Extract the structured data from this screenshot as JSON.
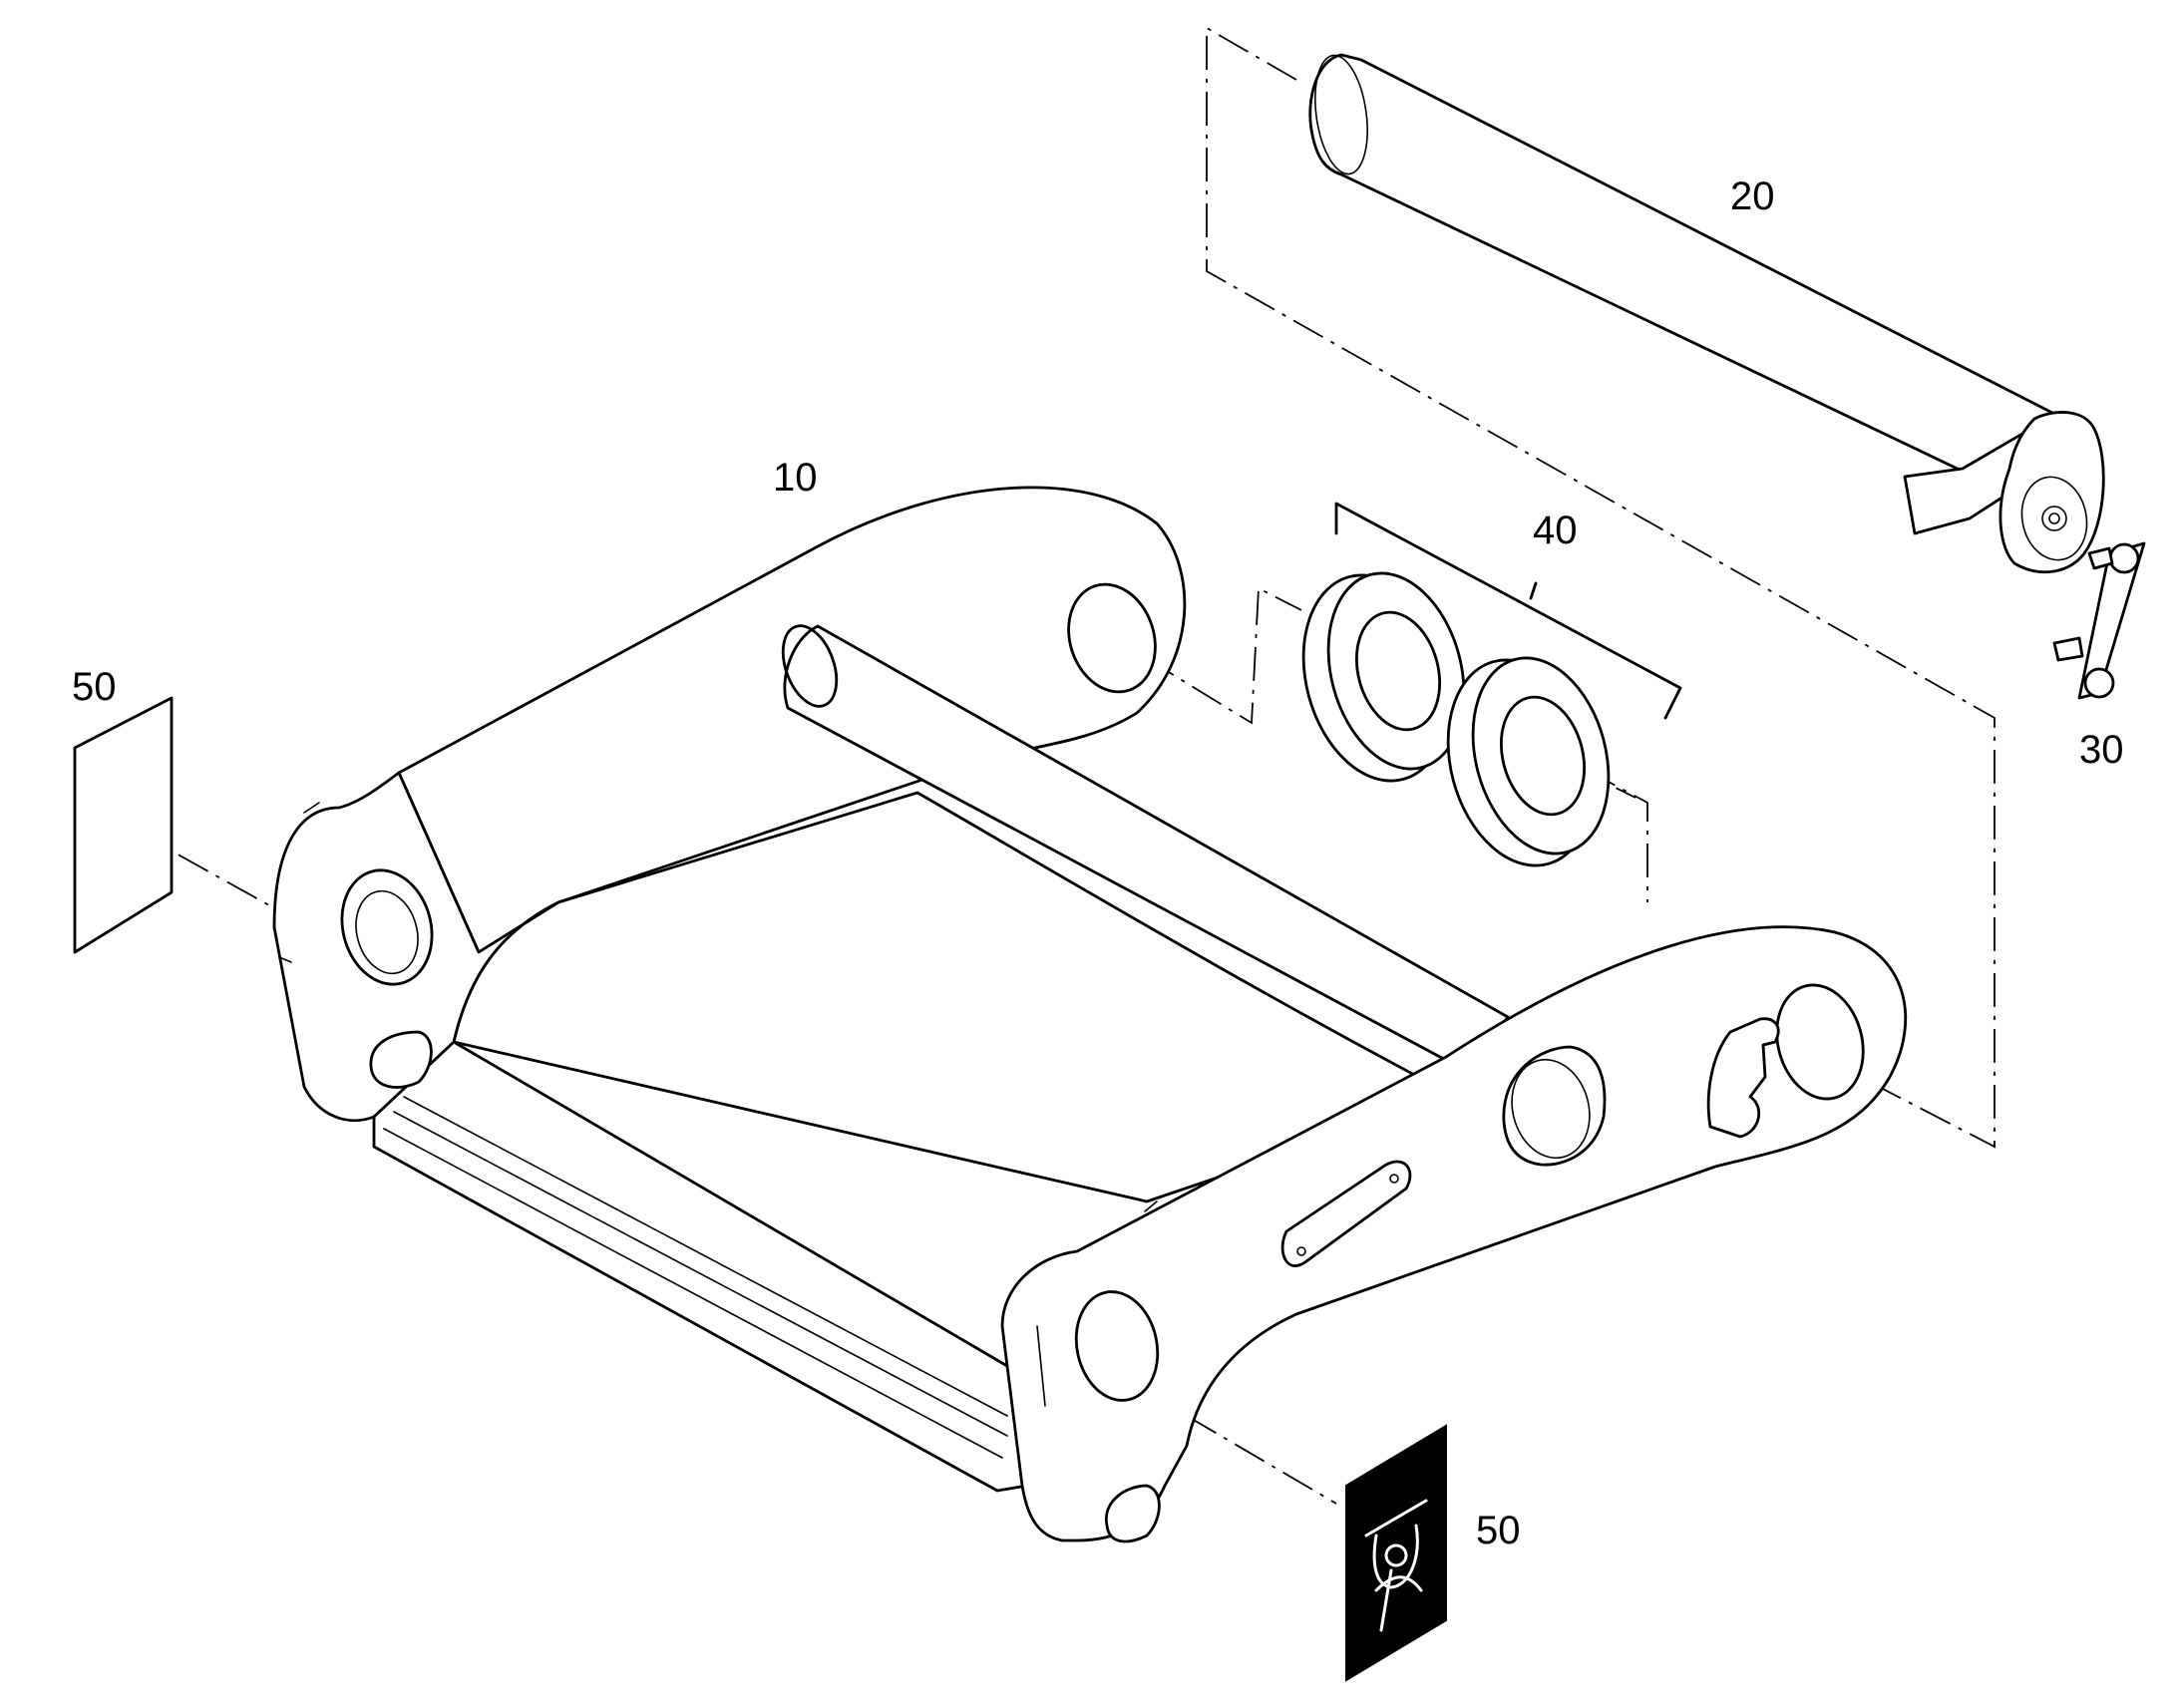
{
  "diagram": {
    "type": "exploded-parts-view",
    "line_color": "#000000",
    "background": "#ffffff",
    "decal_fill": "#000000",
    "callouts": [
      {
        "id": "frame",
        "label": "10"
      },
      {
        "id": "pin",
        "label": "20"
      },
      {
        "id": "lock-plate",
        "label": "30"
      },
      {
        "id": "bushings",
        "label": "40"
      },
      {
        "id": "decal-left",
        "label": "50"
      },
      {
        "id": "decal-right",
        "label": "50"
      }
    ]
  }
}
